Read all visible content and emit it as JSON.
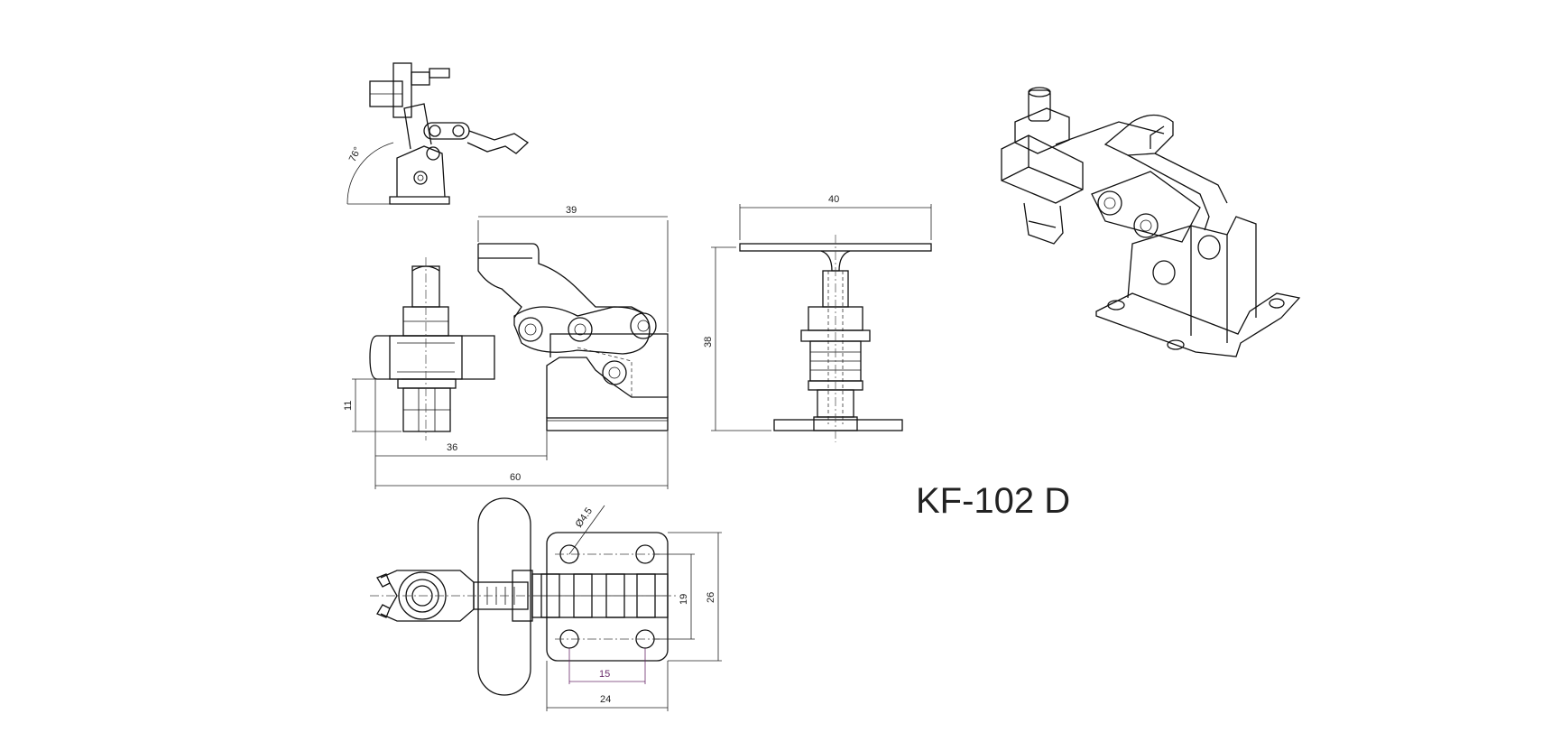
{
  "title": "KF-102 D",
  "dimensions": {
    "angle": "76°",
    "side_length": "39",
    "side_height": "11",
    "base_offset": "36",
    "total_length": "60",
    "front_width": "40",
    "front_height": "38",
    "hole_dia": "Ø4.5",
    "hole_pitch_v": "19",
    "base_width_v": "26",
    "hole_pitch_h": "15",
    "base_width_h": "24"
  }
}
